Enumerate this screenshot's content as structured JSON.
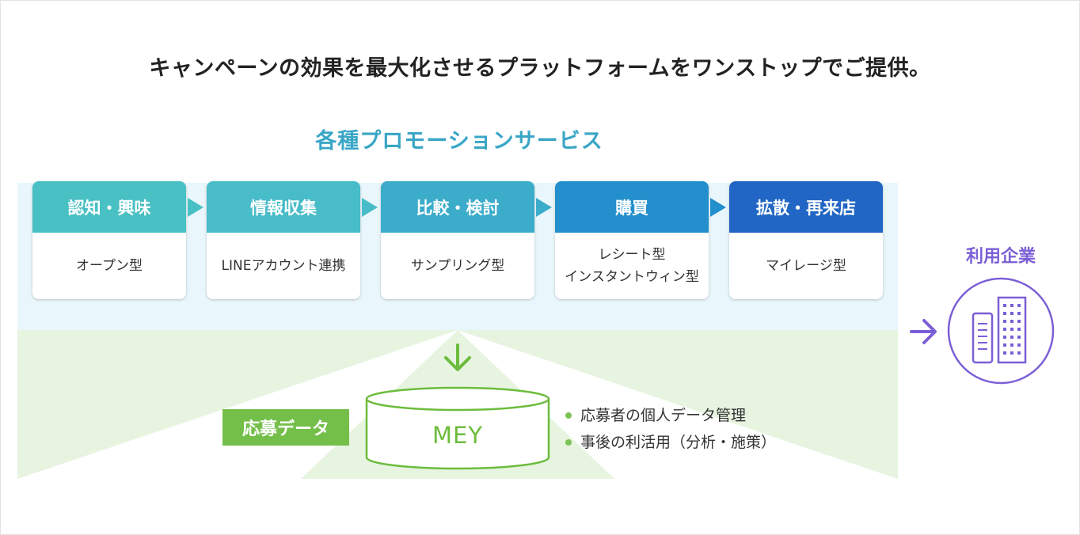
{
  "headline": "キャンペーンの効果を最大化させるプラットフォームをワンストップでご提供。",
  "services_heading": "各種プロモーションサービス",
  "stages": [
    {
      "title": "認知・興味",
      "lines": [
        "オープン型"
      ],
      "color": "#49c0c3"
    },
    {
      "title": "情報収集",
      "lines": [
        "LINEアカウント連携"
      ],
      "color": "#48bcc8"
    },
    {
      "title": "比較・検討",
      "lines": [
        "サンプリング型"
      ],
      "color": "#3bacca"
    },
    {
      "title": "購買",
      "lines": [
        "レシート型",
        "インスタントウィン型"
      ],
      "color": "#238fcc"
    },
    {
      "title": "拡散・再来店",
      "lines": [
        "マイレージ型"
      ],
      "color": "#2166c4"
    }
  ],
  "company": {
    "label": "利用企業",
    "icon": "building-icon",
    "color": "#7b5fd6"
  },
  "data_badge": "応募データ",
  "database": {
    "label": "MEY",
    "icon": "database-icon"
  },
  "bullets": [
    "応募者の個人データ管理",
    "事後の利活用（分析・施策）"
  ],
  "colors": {
    "upper_band": "#e9f7fc",
    "lower_band": "#e6f4e0",
    "green": "#6cbc3d",
    "purple": "#7b5fd6",
    "teal_text": "#3aa6c6"
  }
}
